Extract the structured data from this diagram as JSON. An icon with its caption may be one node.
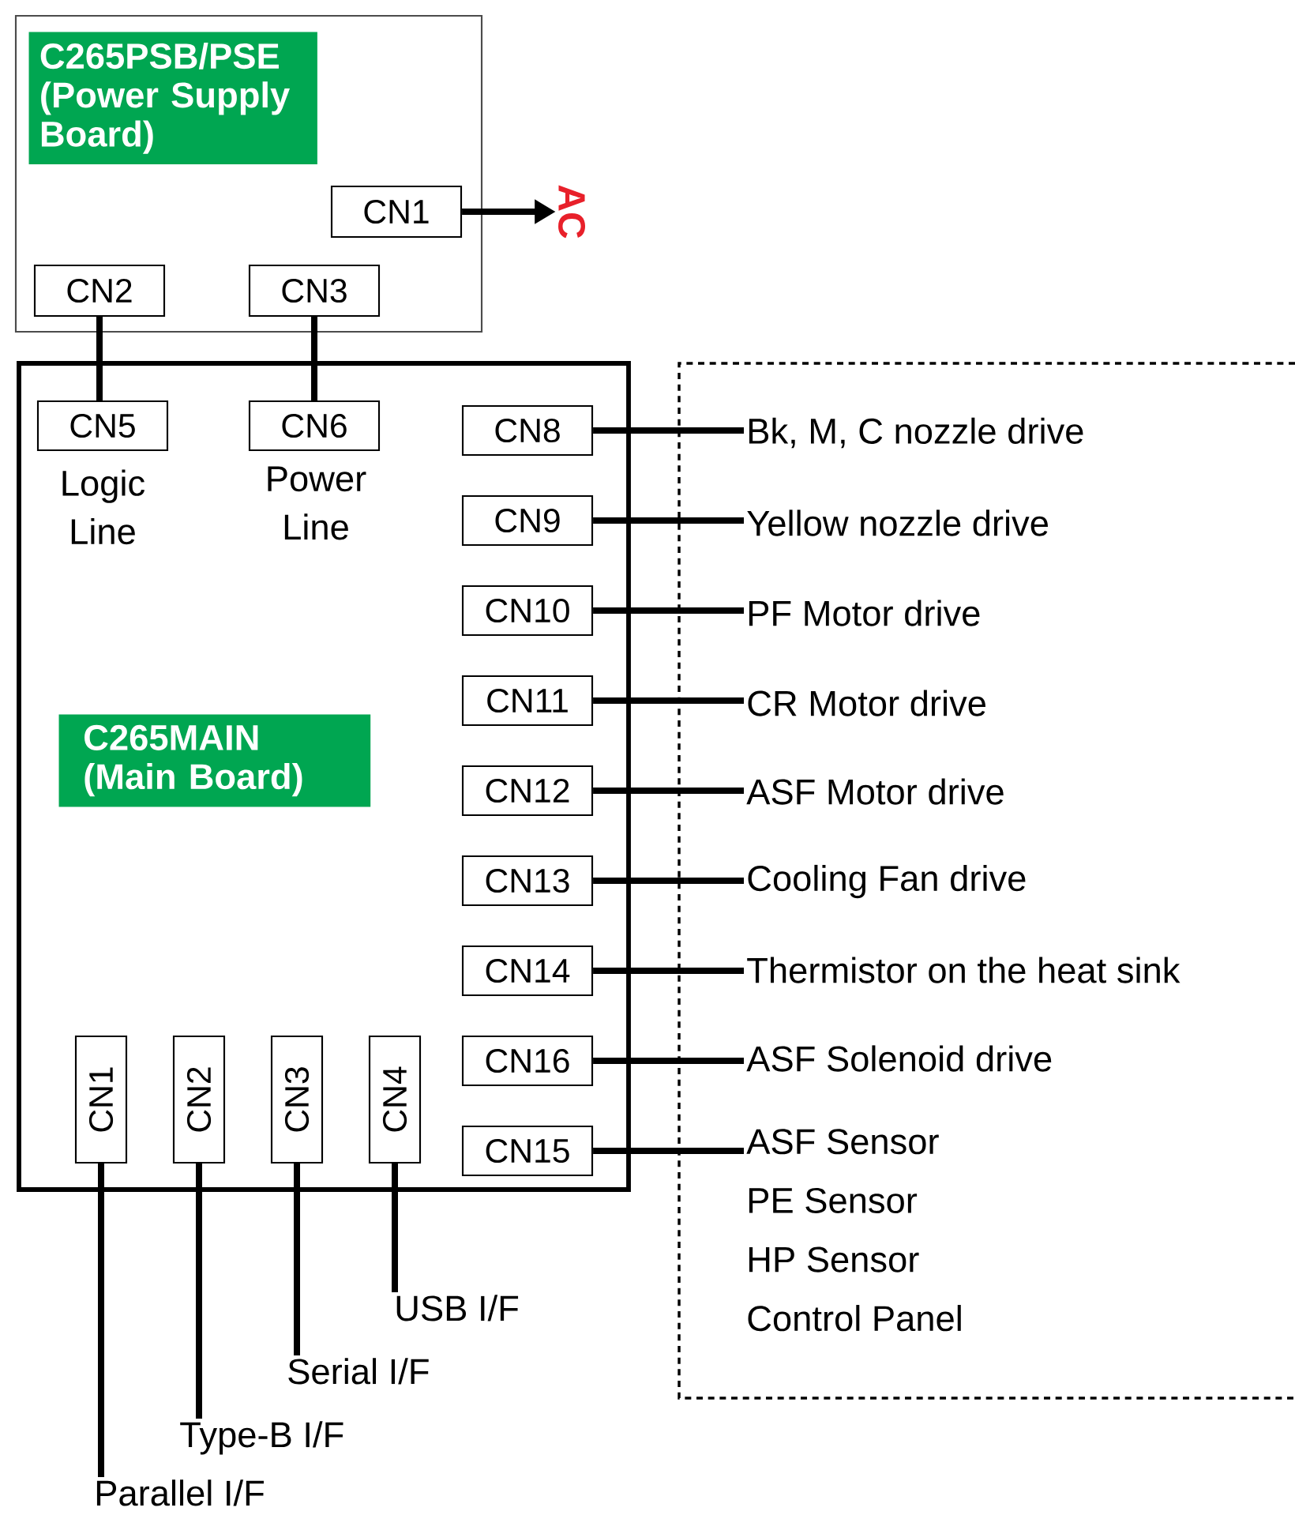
{
  "diagram": {
    "nodes": [
      {
        "text": [
          "C265PSB/PSE (Power Supply Board)"
        ]
      },
      {
        "text": [
          "CN1"
        ],
        "in": 0
      },
      {
        "text": [
          "CN2"
        ],
        "in": 0
      },
      {
        "text": [
          "CN3"
        ],
        "in": 0
      },
      {
        "text": [
          "AC"
        ]
      },
      {
        "text": [
          "C265MAIN (Main Board)"
        ]
      },
      {
        "text": [
          "CN5"
        ],
        "in": 5,
        "beside": [
          "Logic Line"
        ]
      },
      {
        "text": [
          "CN6"
        ],
        "in": 5,
        "beside": [
          "Power Line"
        ]
      },
      {
        "text": [
          "CN8"
        ],
        "in": 5
      },
      {
        "text": [
          "CN9"
        ],
        "in": 5
      },
      {
        "text": [
          "CN10"
        ],
        "in": 5
      },
      {
        "text": [
          "CN11"
        ],
        "in": 5
      },
      {
        "text": [
          "CN12"
        ],
        "in": 5
      },
      {
        "text": [
          "CN13"
        ],
        "in": 5
      },
      {
        "text": [
          "CN14"
        ],
        "in": 5
      },
      {
        "text": [
          "CN16"
        ],
        "in": 5
      },
      {
        "text": [
          "CN15"
        ],
        "in": 5
      },
      {
        "text": [
          "CN1"
        ],
        "in": 5
      },
      {
        "text": [
          "CN2"
        ],
        "in": 5
      },
      {
        "text": [
          "CN3"
        ],
        "in": 5
      },
      {
        "text": [
          "CN4"
        ],
        "in": 5
      },
      {
        "text": [
          "Bk, M, C nozzle drive"
        ]
      },
      {
        "text": [
          "Yellow nozzle drive"
        ]
      },
      {
        "text": [
          "PF Motor drive"
        ]
      },
      {
        "text": [
          "CR Motor drive"
        ]
      },
      {
        "text": [
          "ASF Motor drive"
        ]
      },
      {
        "text": [
          "Cooling Fan drive"
        ]
      },
      {
        "text": [
          "Thermistor on the heat sink"
        ]
      },
      {
        "text": [
          "ASF Solenoid drive"
        ]
      },
      {
        "text": [
          "ASF Sensor",
          "PE Sensor",
          "HP Sensor",
          "Control Panel"
        ]
      },
      {
        "text": [
          "USB I/F"
        ]
      },
      {
        "text": [
          "Serial I/F"
        ]
      },
      {
        "text": [
          "Type-B I/F"
        ]
      },
      {
        "text": [
          "Parallel I/F"
        ]
      }
    ],
    "edges": [
      {
        "from": 1,
        "to": 4,
        "arrow": "to"
      },
      {
        "from": 2,
        "to": 6,
        "arrow": "none"
      },
      {
        "from": 3,
        "to": 7,
        "arrow": "none"
      },
      {
        "from": 8,
        "to": 21,
        "arrow": "none"
      },
      {
        "from": 9,
        "to": 22,
        "arrow": "none"
      },
      {
        "from": 10,
        "to": 23,
        "arrow": "none"
      },
      {
        "from": 11,
        "to": 24,
        "arrow": "none"
      },
      {
        "from": 12,
        "to": 25,
        "arrow": "none"
      },
      {
        "from": 13,
        "to": 26,
        "arrow": "none"
      },
      {
        "from": 14,
        "to": 27,
        "arrow": "none"
      },
      {
        "from": 15,
        "to": 28,
        "arrow": "none"
      },
      {
        "from": 16,
        "to": 29,
        "arrow": "none"
      },
      {
        "from": 20,
        "to": 30,
        "arrow": "none"
      },
      {
        "from": 19,
        "to": 31,
        "arrow": "none"
      },
      {
        "from": 18,
        "to": 32,
        "arrow": "none"
      },
      {
        "from": 17,
        "to": 33,
        "arrow": "none"
      }
    ]
  }
}
